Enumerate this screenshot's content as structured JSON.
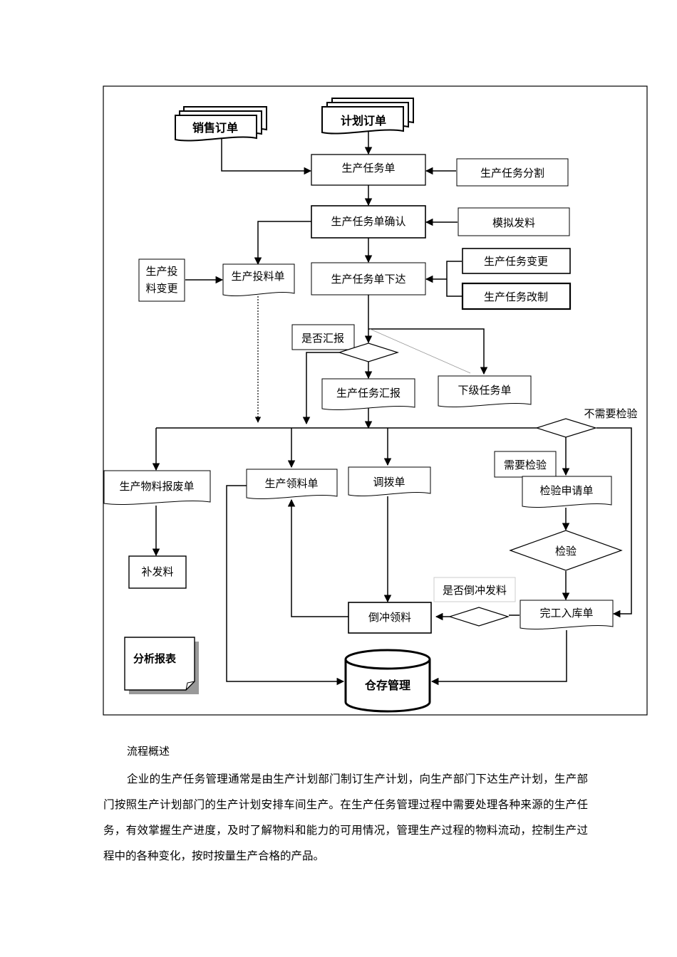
{
  "flowchart": {
    "sales_order": "销售订单",
    "plan_order": "计划订单",
    "task_order": "生产任务单",
    "task_split": "生产任务分割",
    "task_confirm": "生产任务单确认",
    "simulate_issue": "模拟发料",
    "feed_change_1": "生产投",
    "feed_change_2": "料变更",
    "feed_order": "生产投料单",
    "task_release": "生产任务单下达",
    "task_change": "生产任务变更",
    "task_modify": "生产任务改制",
    "report_question": "是否汇报",
    "task_report": "生产任务汇报",
    "sub_task": "下级任务单",
    "no_inspection": "不需要检验",
    "scrap_order": "生产物料报废单",
    "requisition": "生产领料单",
    "transfer": "调拨单",
    "need_inspection": "需要检验",
    "inspection_request": "检验申请单",
    "inspection": "检验",
    "replenish": "补发料",
    "backflush_question": "是否倒冲发料",
    "backflush": "倒冲领料",
    "completion_stock": "完工入库单",
    "analysis_report": "分析报表",
    "inventory": "仓存管理"
  },
  "document": {
    "section_title": "流程概述",
    "paragraph": "企业的生产任务管理通常是由生产计划部门制订生产计划，向生产部门下达生产计划，生产部门按照生产计划部门的生产计划安排车间生产。在生产任务管理过程中需要处理各种来源的生产任务，有效掌握生产进度，及时了解物料和能力的可用情况，管理生产过程的物料流动，控制生产过程中的各种变化，按时按量生产合格的产品。"
  }
}
